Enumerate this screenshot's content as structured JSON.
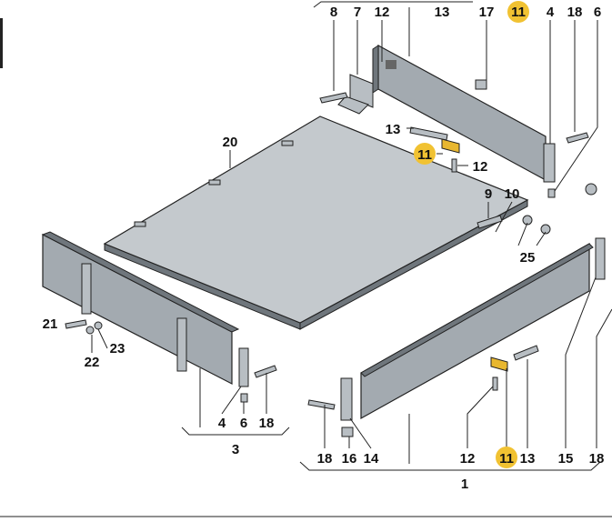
{
  "diagram": {
    "highlight_color": "#f1c232",
    "callouts": [
      "8",
      "7",
      "12",
      "13",
      "17",
      "11",
      "4",
      "18",
      "6",
      "20",
      "13",
      "11",
      "12",
      "9",
      "10",
      "25",
      "21",
      "23",
      "22",
      "4",
      "6",
      "18",
      "3",
      "18",
      "16",
      "14",
      "12",
      "11",
      "13",
      "15",
      "18",
      "1"
    ],
    "highlighted_part": "11"
  }
}
